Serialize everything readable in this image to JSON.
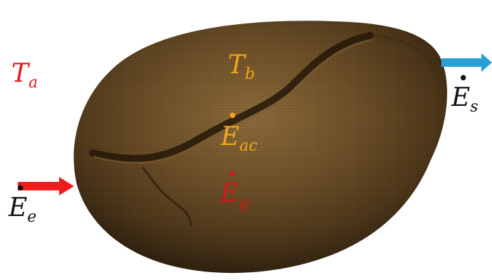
{
  "labels": {
    "ambient_temp": "T",
    "ambient_temp_sub": "a",
    "bean_temp": "T",
    "bean_temp_sub": "b",
    "accumulated_energy": "E",
    "accumulated_energy_sub": "ac",
    "generated_energy": "E",
    "generated_energy_sub": "g",
    "entering_energy": "E",
    "entering_energy_sub": "e",
    "leaving_energy": "E",
    "leaving_energy_sub": "s"
  },
  "colors": {
    "red_label": "#e8141b",
    "orange_label": "#f2a51a",
    "dark_red_label": "#d11a1a",
    "black_label": "#111111",
    "inlet_arrow": "#ee1c1c",
    "outlet_arrow": "#2a9fd6",
    "bean_dark": "#2e1f0e",
    "bean_mid": "#5a4120",
    "bean_light": "#8a6a3a"
  },
  "icons": {
    "inlet": "right-arrow-icon",
    "outlet": "right-arrow-icon",
    "bean": "coffee-bean-icon"
  }
}
